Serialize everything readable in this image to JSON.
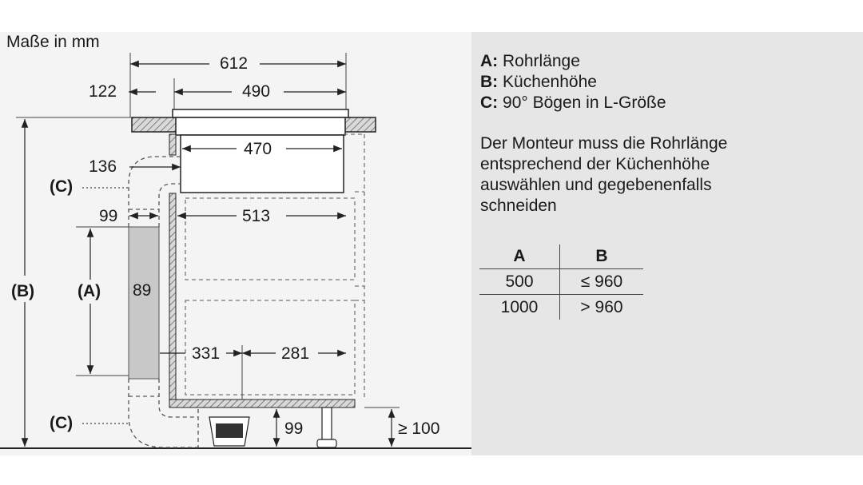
{
  "header": {
    "units_note": "Maße in mm"
  },
  "dimensions": {
    "total_width": "612",
    "left_offset": "122",
    "hob_width": "490",
    "duct_offset": "136",
    "unit_width": "470",
    "gap": "99",
    "cabinet_inner": "513",
    "duct_depth": "89",
    "left_depth": "331",
    "right_depth": "281",
    "plinth_height": "99",
    "min_plinth": "≥ 100"
  },
  "markers": {
    "c_top": "(C)",
    "c_bottom": "(C)",
    "a": "(A)",
    "b": "(B)",
    "a_letter": "A",
    "b_letter": "B",
    "c_letter": "C"
  },
  "legend": [
    {
      "key": "A:",
      "text": "Rohrlänge"
    },
    {
      "key": "B:",
      "text": "Küchenhöhe"
    },
    {
      "key": "C:",
      "text": "90° Bögen in L-Größe"
    }
  ],
  "note_lines": [
    "Der Monteur muss die Rohrlänge",
    "entsprechend der Küchenhöhe",
    "auswählen und gegebenenfalls",
    "schneiden"
  ],
  "table": {
    "headers": [
      "A",
      "B"
    ],
    "rows": [
      [
        "500",
        "≤ 960"
      ],
      [
        "1000",
        "> 960"
      ]
    ]
  }
}
